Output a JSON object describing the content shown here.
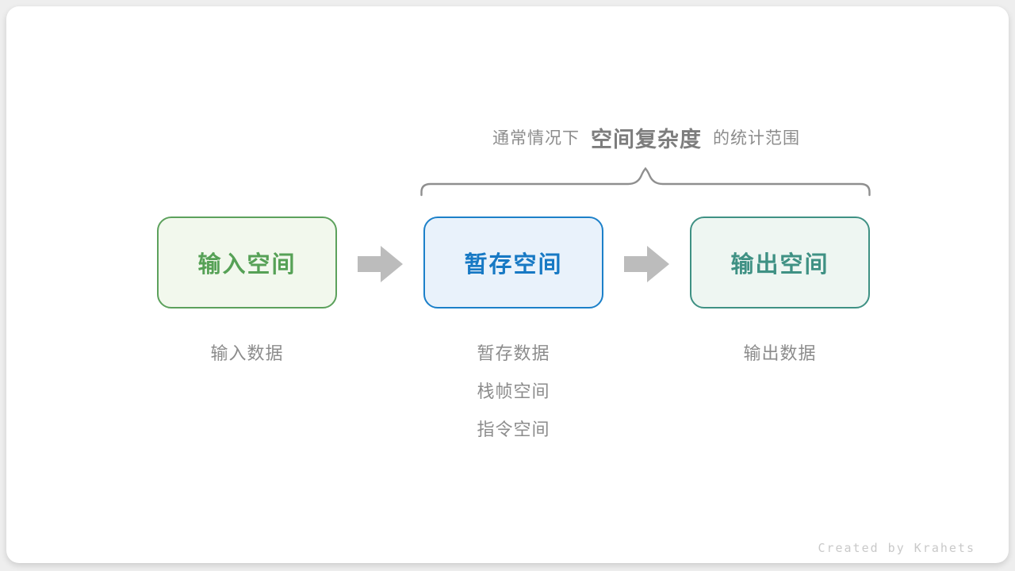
{
  "caption": {
    "prefix": "通常情况下",
    "highlight": "空间复杂度",
    "suffix": "的统计范围"
  },
  "boxes": [
    {
      "label": "输入空间",
      "border_color": "#5ca15c",
      "fill_color": "#f2f8ed",
      "text_color": "#56a156"
    },
    {
      "label": "暂存空间",
      "border_color": "#1c80c9",
      "fill_color": "#e9f2fb",
      "text_color": "#1779c4"
    },
    {
      "label": "输出空间",
      "border_color": "#3f9184",
      "fill_color": "#eef6f2",
      "text_color": "#3f9184"
    }
  ],
  "annotations": [
    {
      "lines": [
        "输入数据"
      ]
    },
    {
      "lines": [
        "暂存数据",
        "栈帧空间",
        "指令空间"
      ]
    },
    {
      "lines": [
        "输出数据"
      ]
    }
  ],
  "colors": {
    "arrow": "#bcbcbc",
    "brace": "#8f8f8f",
    "caption_text": "#8c8c8c",
    "caption_highlight": "#7d7d7d",
    "note_text": "#8c8c8c",
    "card_background": "#ffffff",
    "page_background": "#eeeeee",
    "credit_text": "#c9c9c9"
  },
  "footer": {
    "credit": "Created by Krahets"
  }
}
